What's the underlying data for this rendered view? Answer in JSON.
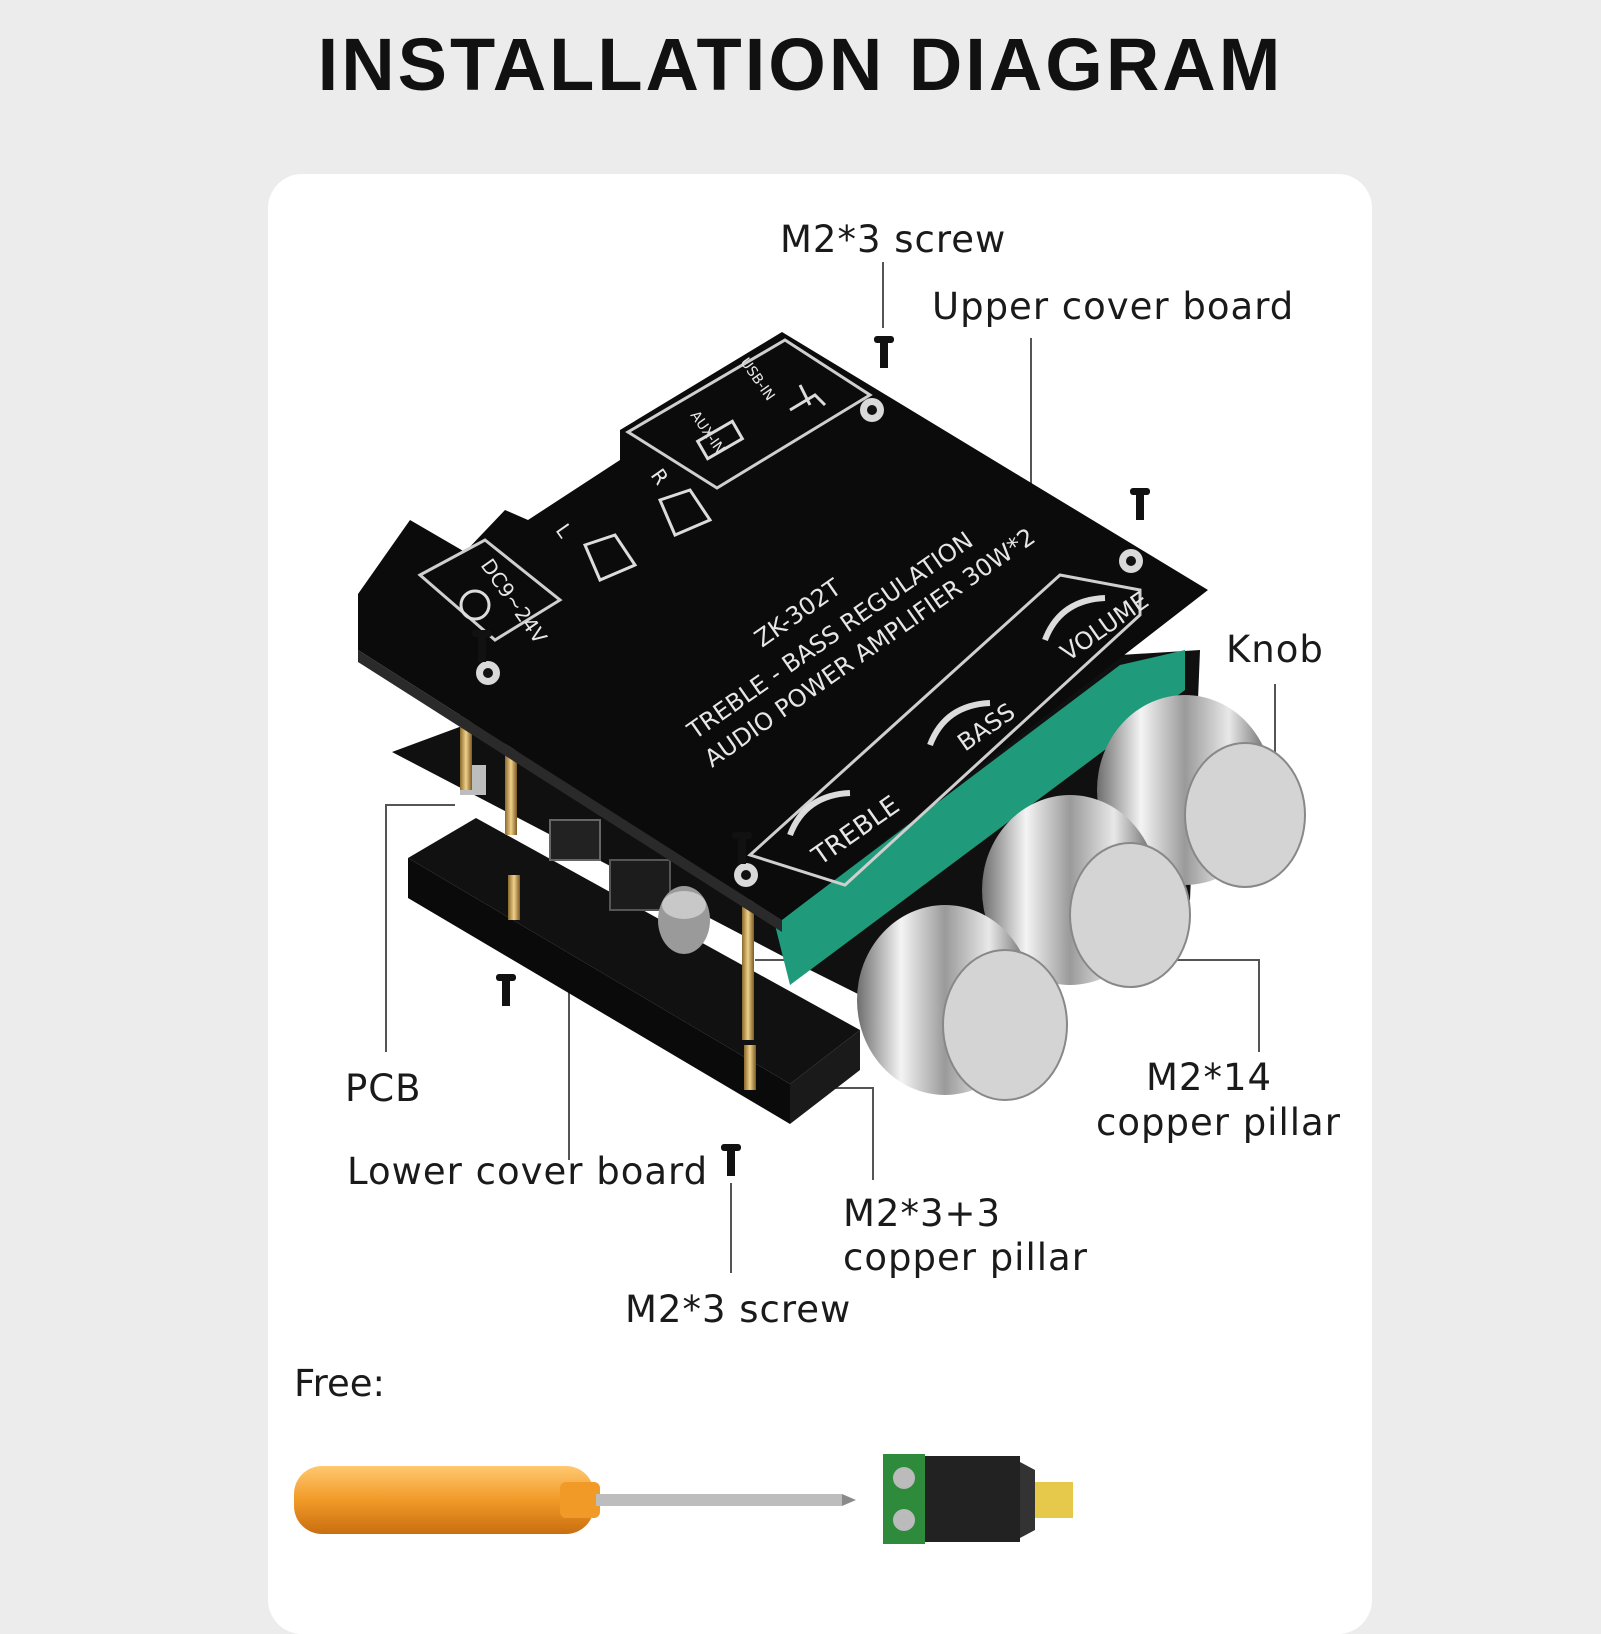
{
  "title": "INSTALLATION DIAGRAM",
  "labels": {
    "screw_top": "M2*3 screw",
    "upper_cover": "Upper cover board",
    "knob": "Knob",
    "pcb": "PCB",
    "lower_cover": "Lower cover board",
    "pillar_14_line1": "M2*14",
    "pillar_14_line2": "copper pillar",
    "pillar_33_line1": "M2*3+3",
    "pillar_33_line2": "copper pillar",
    "screw_bottom": "M2*3 screw",
    "free": "Free:"
  },
  "board_print": {
    "model": "ZK-302T",
    "line1": "TREBLE - BASS REGULATION",
    "line2": "AUDIO POWER AMPLIFIER 30W*2",
    "treble": "TREBLE",
    "bass": "BASS",
    "volume": "VOLUME",
    "power": "DC9~24V",
    "aux": "AUX-IN",
    "usb": "USB-IN",
    "spk_l": "L",
    "spk_r": "R"
  },
  "colors": {
    "board": "#0d0d0d",
    "pcb_green": "#1f9a7a",
    "pillar": "#c9a25a",
    "knob": "#b8b8b8",
    "screwdriver_handle": "#f2a23a",
    "terminal_green": "#2e8b3c"
  },
  "icons": [
    "usb-icon",
    "aux-jack-icon",
    "speaker-icon",
    "power-jack-icon",
    "screw-icon",
    "screwdriver-icon",
    "dc-adapter-icon"
  ]
}
